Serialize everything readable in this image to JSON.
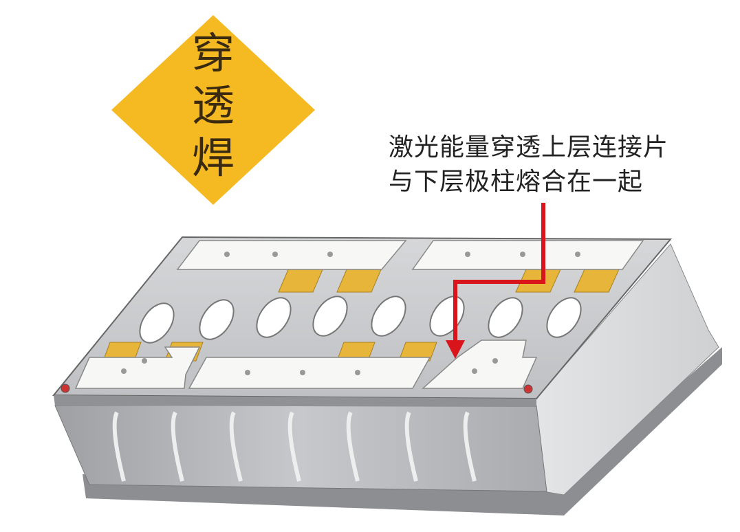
{
  "badge": {
    "chars": [
      "穿",
      "透",
      "焊"
    ],
    "color": "#f5b921"
  },
  "annotation": {
    "line1": "激光能量穿透上层连接片",
    "line2": "与下层极柱熔合在一起",
    "arrow_color": "#d9141b"
  },
  "colors": {
    "tab": "#e6b53a",
    "busbar": "#f7f7f5",
    "plate": "#c9cacc",
    "body": "#b9bbbe"
  }
}
